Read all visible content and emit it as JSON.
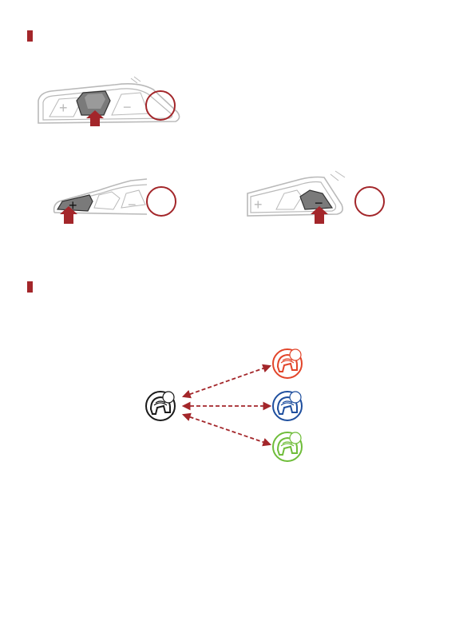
{
  "colors": {
    "accent": "#a3262a",
    "device_line": "#b9b9b9",
    "device_fill": "#ffffff",
    "button_dark": "#6e6e6e",
    "center_headset": "#1a1a1a",
    "headset_red": "#e2452a",
    "headset_blue": "#1f4f9e",
    "headset_green": "#6fbd3a"
  },
  "device": {
    "plus_label": "+",
    "minus_label": "−"
  },
  "icons": {
    "section_marker": "square-bullet",
    "press_arrow": "up-arrow",
    "step_circle": "circle",
    "headset": "helmet-headset-icon",
    "link": "double-headed-dashed-arrow"
  },
  "diagram": {
    "center_headset": "headset",
    "peers": [
      "headset-red",
      "headset-blue",
      "headset-green"
    ]
  }
}
